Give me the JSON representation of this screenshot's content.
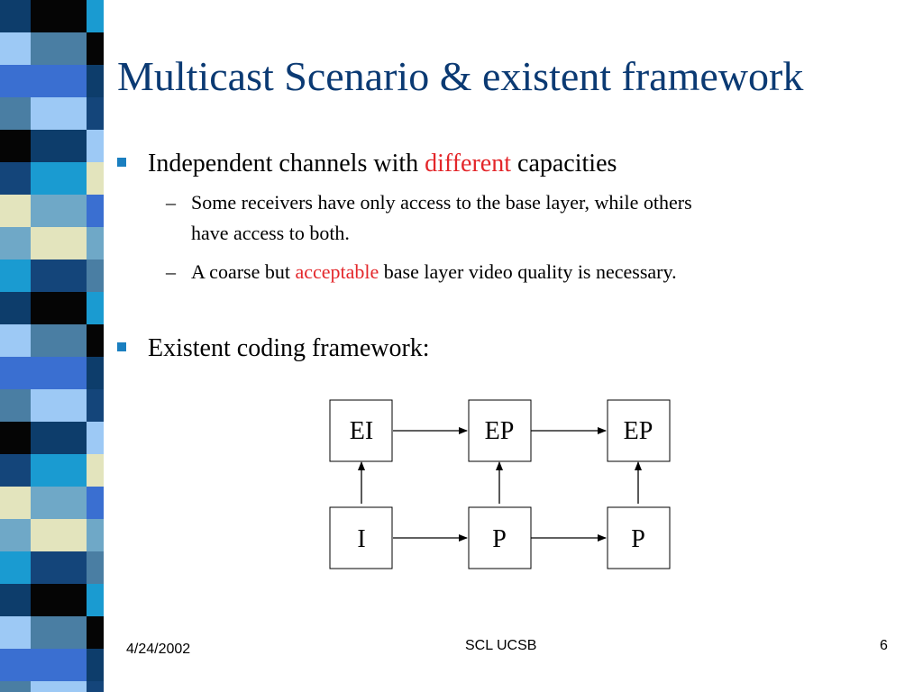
{
  "slide": {
    "title": "Multicast Scenario & existent framework",
    "bullets": [
      {
        "text_before": "Independent channels with ",
        "highlight": "different",
        "text_after": " capacities",
        "subitems": [
          {
            "dash": "–",
            "line1": "Some receivers have only access to the base layer, while others",
            "line2": "have access to both."
          },
          {
            "dash": "–",
            "text_before": "A coarse but ",
            "highlight": "acceptable",
            "text_after": " base layer video quality is necessary."
          }
        ]
      },
      {
        "text": "Existent coding framework:"
      }
    ],
    "diagram": {
      "enhancement_row": [
        "EI",
        "EP",
        "EP"
      ],
      "base_row": [
        "I",
        "P",
        "P"
      ]
    },
    "footer": {
      "date": "4/24/2002",
      "center": "SCL UCSB",
      "page_number": "6"
    }
  },
  "colors": {
    "title": "#0b3a73",
    "highlight": "#e3262a",
    "bullet_marker": "#1a7fc0"
  }
}
